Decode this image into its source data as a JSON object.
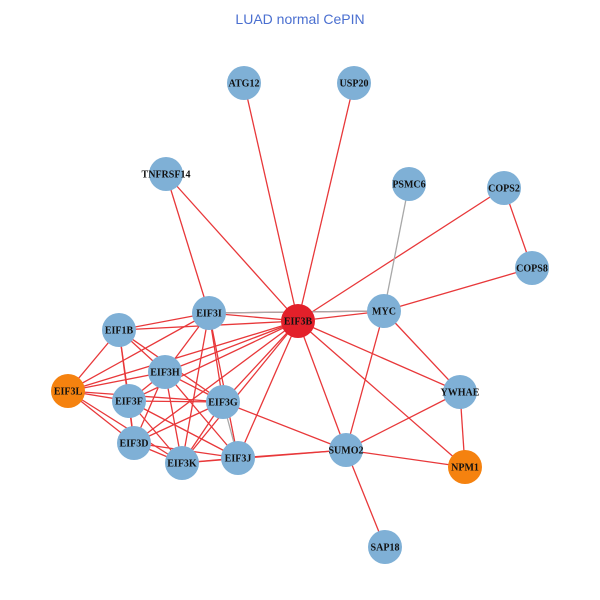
{
  "title": "LUAD normal CePIN",
  "colors": {
    "edge_default": "#e8383a",
    "edge_gray": "#a8a8a8",
    "node_default": "#7fb0d6",
    "node_hub": "#e3202a",
    "node_orange": "#f5820f",
    "title": "#4a6fd0"
  },
  "nodes": [
    {
      "id": "ATG12",
      "label": "ATG12",
      "group": "default"
    },
    {
      "id": "USP20",
      "label": "USP20",
      "group": "default"
    },
    {
      "id": "TNFRSF14",
      "label": "TNFRSF14",
      "group": "default"
    },
    {
      "id": "PSMC6",
      "label": "PSMC6",
      "group": "default"
    },
    {
      "id": "COPS2",
      "label": "COPS2",
      "group": "default"
    },
    {
      "id": "COPS8",
      "label": "COPS8",
      "group": "default"
    },
    {
      "id": "MYC",
      "label": "MYC",
      "group": "default"
    },
    {
      "id": "EIF3B",
      "label": "EIF3B",
      "group": "hub"
    },
    {
      "id": "EIF3I",
      "label": "EIF3I",
      "group": "default"
    },
    {
      "id": "EIF1B",
      "label": "EIF1B",
      "group": "default"
    },
    {
      "id": "EIF3H",
      "label": "EIF3H",
      "group": "default"
    },
    {
      "id": "EIF3L",
      "label": "EIF3L",
      "group": "orange"
    },
    {
      "id": "EIF3F",
      "label": "EIF3F",
      "group": "default"
    },
    {
      "id": "EIF3G",
      "label": "EIF3G",
      "group": "default"
    },
    {
      "id": "EIF3D",
      "label": "EIF3D",
      "group": "default"
    },
    {
      "id": "EIF3K",
      "label": "EIF3K",
      "group": "default"
    },
    {
      "id": "EIF3J",
      "label": "EIF3J",
      "group": "default"
    },
    {
      "id": "SUMO2",
      "label": "SUMO2",
      "group": "default"
    },
    {
      "id": "YWHAE",
      "label": "YWHAE",
      "group": "default"
    },
    {
      "id": "NPM1",
      "label": "NPM1",
      "group": "orange"
    },
    {
      "id": "SAP18",
      "label": "SAP18",
      "group": "default"
    }
  ],
  "edges": [
    [
      "EIF3B",
      "ATG12"
    ],
    [
      "EIF3B",
      "USP20"
    ],
    [
      "EIF3B",
      "TNFRSF14"
    ],
    [
      "EIF3B",
      "COPS2"
    ],
    [
      "EIF3B",
      "MYC"
    ],
    [
      "EIF3B",
      "EIF3I"
    ],
    [
      "EIF3B",
      "EIF1B"
    ],
    [
      "EIF3B",
      "EIF3H"
    ],
    [
      "EIF3B",
      "EIF3L"
    ],
    [
      "EIF3B",
      "EIF3F"
    ],
    [
      "EIF3B",
      "EIF3G"
    ],
    [
      "EIF3B",
      "EIF3D"
    ],
    [
      "EIF3B",
      "EIF3K"
    ],
    [
      "EIF3B",
      "EIF3J"
    ],
    [
      "EIF3B",
      "SUMO2"
    ],
    [
      "EIF3B",
      "YWHAE"
    ],
    [
      "EIF3B",
      "NPM1"
    ],
    [
      "MYC",
      "COPS8"
    ],
    [
      "COPS2",
      "COPS8"
    ],
    [
      "MYC",
      "YWHAE"
    ],
    [
      "MYC",
      "SUMO2"
    ],
    [
      "MYC",
      "EIF3I"
    ],
    [
      "YWHAE",
      "NPM1"
    ],
    [
      "YWHAE",
      "SUMO2"
    ],
    [
      "SUMO2",
      "NPM1"
    ],
    [
      "SUMO2",
      "SAP18"
    ],
    [
      "SUMO2",
      "EIF3J"
    ],
    [
      "SUMO2",
      "EIF3K"
    ],
    [
      "SUMO2",
      "EIF3G"
    ],
    [
      "TNFRSF14",
      "EIF3I"
    ],
    [
      "EIF3I",
      "EIF1B"
    ],
    [
      "EIF3I",
      "EIF3H"
    ],
    [
      "EIF3I",
      "EIF3L"
    ],
    [
      "EIF3I",
      "EIF3G"
    ],
    [
      "EIF3I",
      "EIF3J"
    ],
    [
      "EIF3I",
      "EIF3K"
    ],
    [
      "EIF1B",
      "EIF3H"
    ],
    [
      "EIF1B",
      "EIF3L"
    ],
    [
      "EIF1B",
      "EIF3F"
    ],
    [
      "EIF1B",
      "EIF3D"
    ],
    [
      "EIF1B",
      "EIF3G"
    ],
    [
      "EIF3H",
      "EIF3L"
    ],
    [
      "EIF3H",
      "EIF3F"
    ],
    [
      "EIF3H",
      "EIF3G"
    ],
    [
      "EIF3H",
      "EIF3D"
    ],
    [
      "EIF3H",
      "EIF3K"
    ],
    [
      "EIF3H",
      "EIF3J"
    ],
    [
      "EIF3L",
      "EIF3F"
    ],
    [
      "EIF3L",
      "EIF3D"
    ],
    [
      "EIF3L",
      "EIF3K"
    ],
    [
      "EIF3L",
      "EIF3G"
    ],
    [
      "EIF3F",
      "EIF3D"
    ],
    [
      "EIF3F",
      "EIF3K"
    ],
    [
      "EIF3F",
      "EIF3G"
    ],
    [
      "EIF3F",
      "EIF3J"
    ],
    [
      "EIF3G",
      "EIF3D"
    ],
    [
      "EIF3G",
      "EIF3K"
    ],
    [
      "EIF3D",
      "EIF3K"
    ],
    [
      "EIF3D",
      "EIF3J"
    ],
    [
      "EIF3K",
      "EIF3J"
    ]
  ],
  "gray_edges": [
    [
      "PSMC6",
      "MYC"
    ],
    [
      "EIF3I",
      "MYC"
    ],
    [
      "EIF3G",
      "EIF3J"
    ]
  ]
}
